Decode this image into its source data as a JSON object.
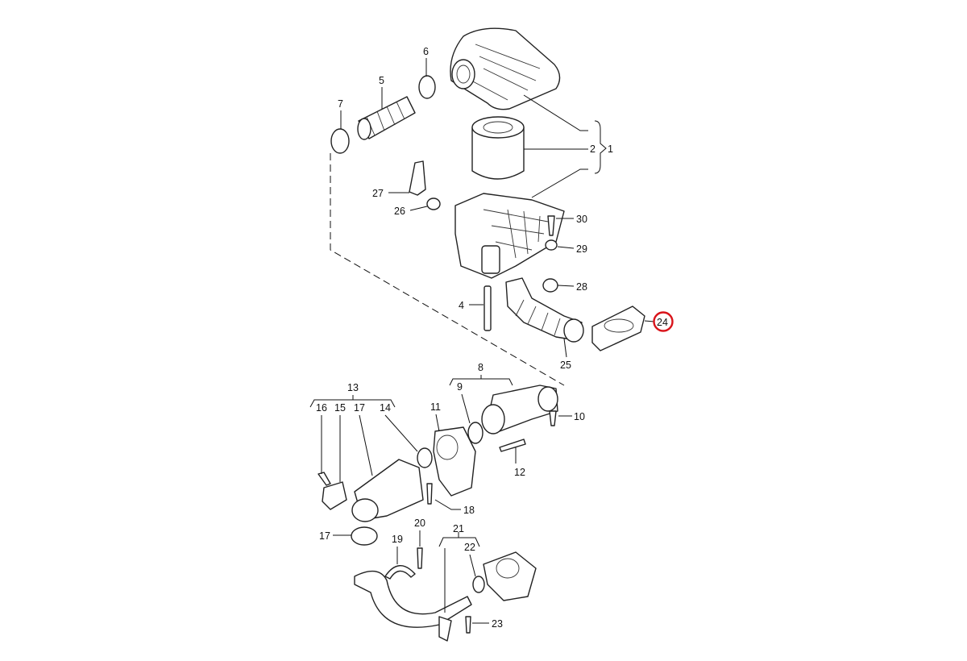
{
  "diagram": {
    "title": "Air filter housing and intake parts exploded view",
    "highlight_color": "#d9141b",
    "highlighted_part": "24",
    "callouts": {
      "p1": "1",
      "p2": "2",
      "p4": "4",
      "p5": "5",
      "p6": "6",
      "p7": "7",
      "p8": "8",
      "p9": "9",
      "p10": "10",
      "p11": "11",
      "p12": "12",
      "p13": "13",
      "p14": "14",
      "p15": "15",
      "p16": "16",
      "p17a": "17",
      "p17b": "17",
      "p18": "18",
      "p19": "19",
      "p20": "20",
      "p21": "21",
      "p22": "22",
      "p23": "23",
      "p24": "24",
      "p25": "25",
      "p26": "26",
      "p27": "27",
      "p28": "28",
      "p29": "29",
      "p30": "30"
    }
  }
}
